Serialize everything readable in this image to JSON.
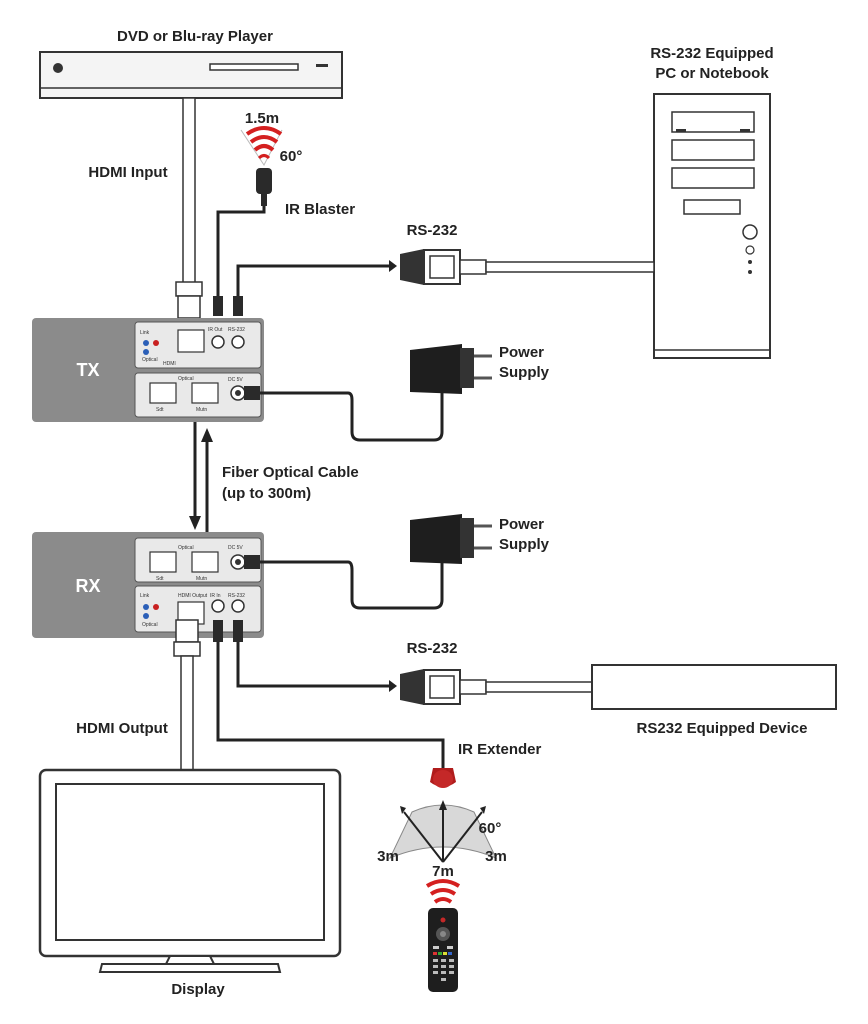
{
  "labels": {
    "dvd_player": "DVD or Blu-ray Player",
    "pc_line1": "RS-232 Equipped",
    "pc_line2": "PC or Notebook",
    "hdmi_input": "HDMI Input",
    "ir_blaster": "IR Blaster",
    "blaster_distance": "1.5m",
    "blaster_angle": "60°",
    "rs232_top": "RS-232",
    "tx": "TX",
    "power_tx_line1": "Power",
    "power_tx_line2": "Supply",
    "fiber_line1": "Fiber Optical Cable",
    "fiber_line2": "(up to 300m)",
    "power_rx_line1": "Power",
    "power_rx_line2": "Supply",
    "rx": "RX",
    "rs232_bottom": "RS-232",
    "rs232_device": "RS232 Equipped Device",
    "hdmi_output": "HDMI Output",
    "ir_extender": "IR Extender",
    "ext_angle": "60°",
    "ext_left": "3m",
    "ext_right": "3m",
    "ext_center": "7m",
    "display": "Display"
  },
  "panel_text": {
    "link": "Link",
    "optical": "Optical",
    "hdmi": "HDMI",
    "ir_out": "IR Out",
    "ir_in": "IR In",
    "rs232": "RS-232",
    "optical_port": "Optical",
    "dc5v": "DC 5V",
    "sub_a": "Sdt",
    "sub_b": "Mutn",
    "hdmi_output": "HDMI Output"
  },
  "colors": {
    "unit_body": "#888888",
    "panel": "#e8e8e8",
    "ir_red": "#d42020",
    "cable": "#222222",
    "hdmi_cable": "#ffffff"
  }
}
